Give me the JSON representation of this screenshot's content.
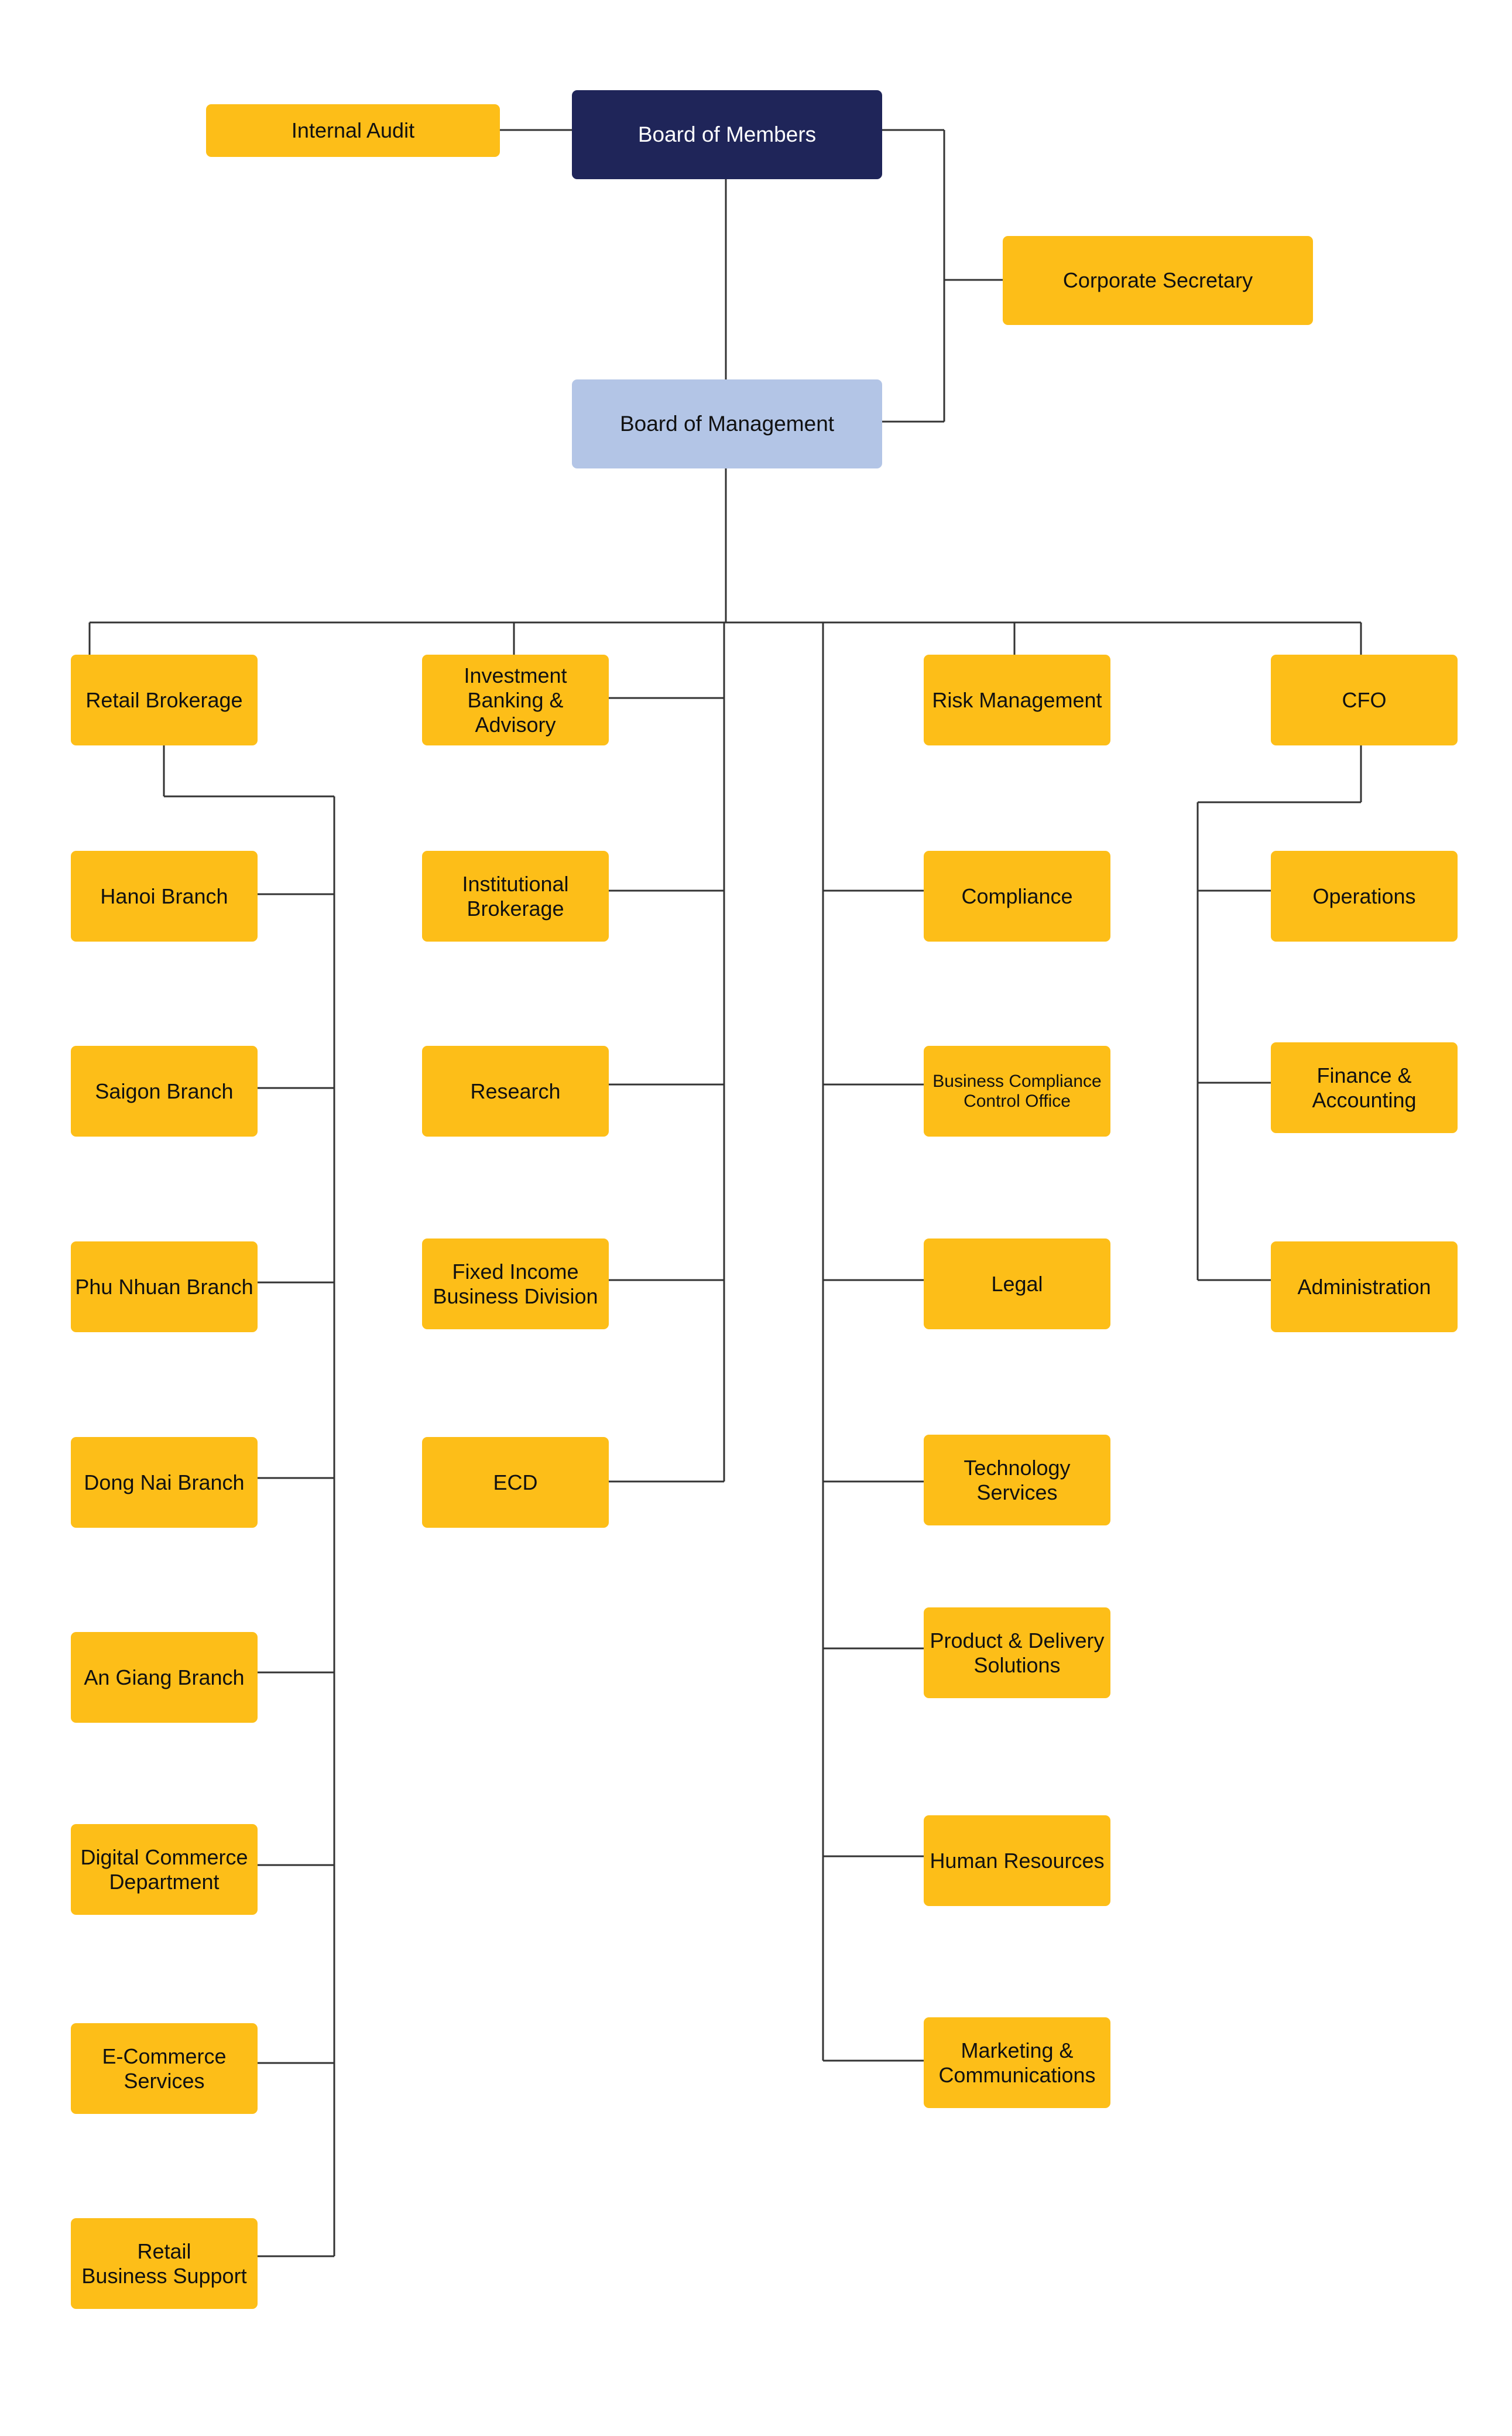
{
  "colors": {
    "unit_fill": "#FDBE18",
    "board_of_members_fill": "#1F2559",
    "board_of_management_fill": "#B3C5E6",
    "connector": "#333333"
  },
  "org": {
    "internal_audit": "Internal Audit",
    "board_of_members": "Board of Members",
    "corporate_secretary": "Corporate Secretary",
    "board_of_management": "Board of Management",
    "retail_brokerage": "Retail Brokerage",
    "investment_banking": "Investment\nBanking & Advisory",
    "risk_management": "Risk Management",
    "cfo": "CFO",
    "hanoi_branch": "Hanoi Branch",
    "saigon_branch": "Saigon Branch",
    "phu_nhuan_branch": "Phu Nhuan Branch",
    "dong_nai_branch": "Dong Nai Branch",
    "an_giang_branch": "An Giang Branch",
    "digital_commerce": "Digital Commerce\nDepartment",
    "e_commerce_services": "E-Commerce\nServices",
    "retail_business_support": "Retail\nBusiness Support",
    "institutional_brokerage": "Institutional\nBrokerage",
    "research": "Research",
    "fixed_income": "Fixed Income\nBusiness Division",
    "ecd": "ECD",
    "compliance": "Compliance",
    "business_compliance_control_office": "Business Compliance\nControl Office",
    "legal": "Legal",
    "technology_services": "Technology\nServices",
    "product_delivery": "Product & Delivery\nSolutions",
    "human_resources": "Human Resources",
    "marketing_communications": "Marketing &\nCommunications",
    "operations": "Operations",
    "finance_accounting": "Finance &\nAccounting",
    "administration": "Administration"
  }
}
